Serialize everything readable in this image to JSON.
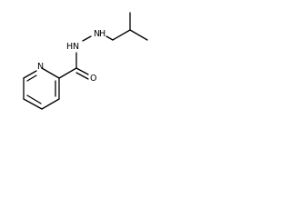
{
  "structure": {
    "atoms": {
      "ring_nitrogen": "N",
      "carbonyl_oxygen": "O",
      "amide_nitrogen": "N",
      "amine_nitrogen": "N"
    },
    "hydrogens": {
      "amide_h": "H",
      "amine_h": "H"
    }
  }
}
